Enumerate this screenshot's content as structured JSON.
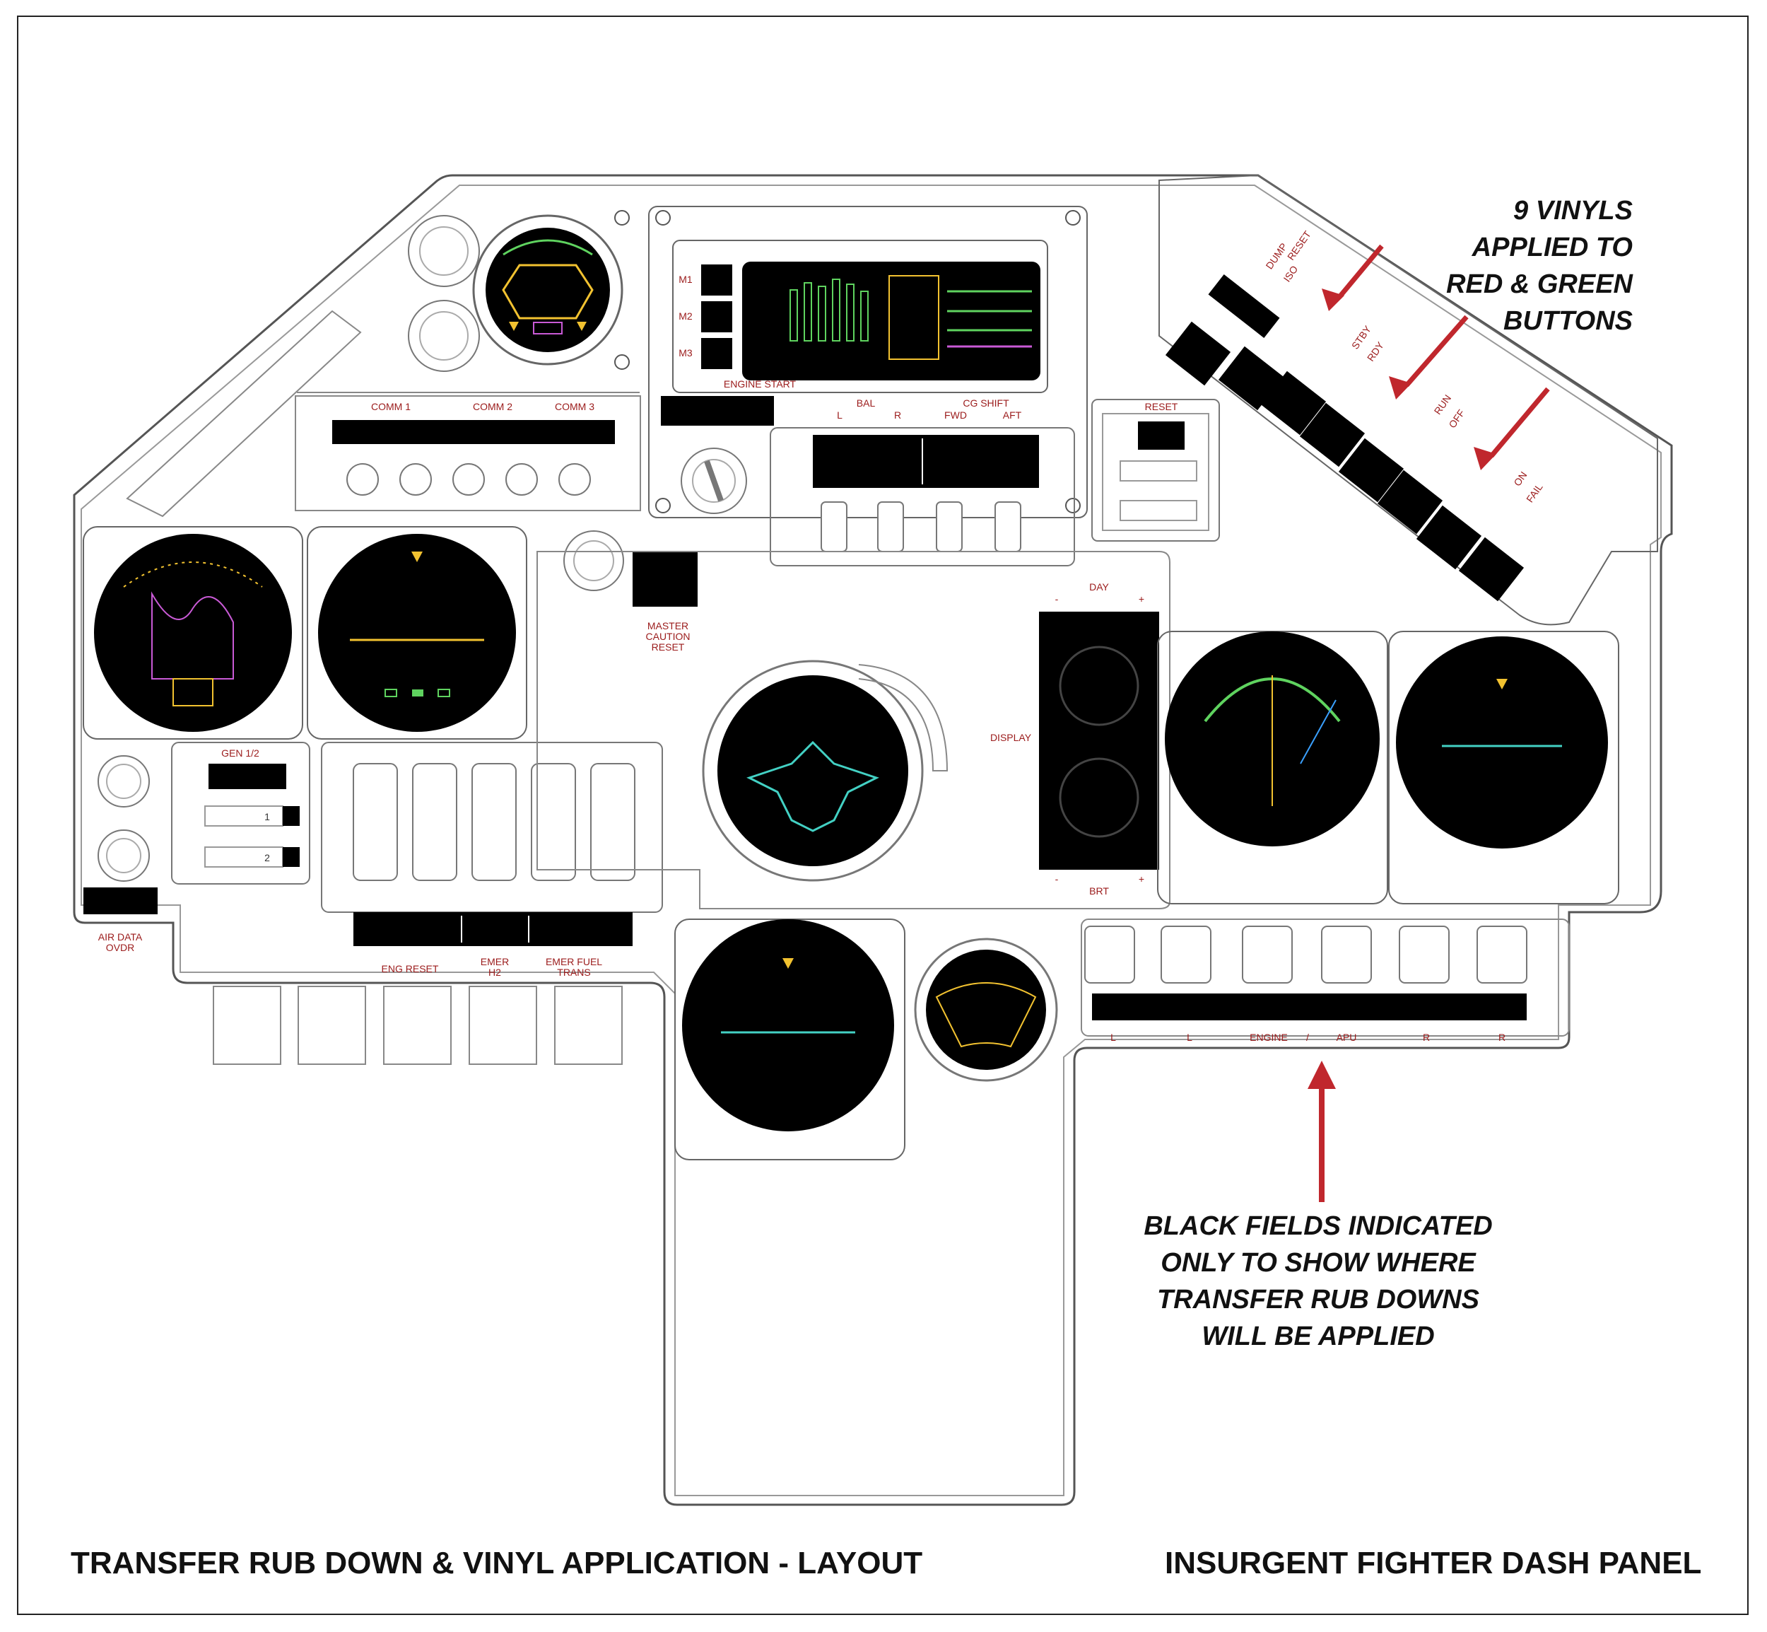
{
  "footer": {
    "left": "TRANSFER RUB DOWN & VINYL APPLICATION - LAYOUT",
    "right": "INSURGENT FIGHTER DASH PANEL"
  },
  "notes": {
    "vinyls": [
      "9 VINYLS",
      "APPLIED TO",
      "RED & GREEN",
      "BUTTONS"
    ],
    "black_fields": [
      "BLACK FIELDS INDICATED",
      "ONLY TO SHOW WHERE",
      "TRANSFER RUB DOWNS",
      "WILL BE APPLIED"
    ]
  },
  "labels": {
    "comm1": "COMM 1",
    "comm2": "COMM 2",
    "comm3": "COMM 3",
    "m1": "M1",
    "m2": "M2",
    "m3": "M3",
    "engine_start": "ENGINE START",
    "bal": "BAL",
    "bal_l": "L",
    "bal_r": "R",
    "cg_shift": "CG SHIFT",
    "fwd": "FWD",
    "aft": "AFT",
    "reset": "RESET",
    "master_caution": [
      "MASTER",
      "CAUTION",
      "RESET"
    ],
    "day": "DAY",
    "display": "DISPLAY",
    "brt": "BRT",
    "minus": "-",
    "plus": "+",
    "gen": "GEN 1/2",
    "gen_1": "1",
    "gen_2": "2",
    "air_data": [
      "AIR DATA",
      "OVDR"
    ],
    "eng_reset": "ENG RESET",
    "emer_h2": [
      "EMER",
      "H2"
    ],
    "emer_fuel": [
      "EMER FUEL",
      "TRANS"
    ],
    "dump": "DUMP",
    "reset_small": "RESET",
    "iso": "ISO",
    "stby": "STBY",
    "rdy": "RDY",
    "run": "RUN",
    "off": "OFF",
    "on": "ON",
    "fail": "FAIL",
    "bottom_switches": [
      "L",
      "L",
      "ENGINE",
      "/",
      "APU",
      "R",
      "R"
    ]
  },
  "colors": {
    "annotation_red": "#c0272d",
    "label_red": "#9b1b1b",
    "panel_outline": "#555555",
    "screen_black": "#000000",
    "hud_yellow": "#f2c230",
    "hud_green": "#5fd35f",
    "hud_magenta": "#c95ad6",
    "hud_cyan": "#43d1c4",
    "hud_blue": "#3aa0ff"
  }
}
